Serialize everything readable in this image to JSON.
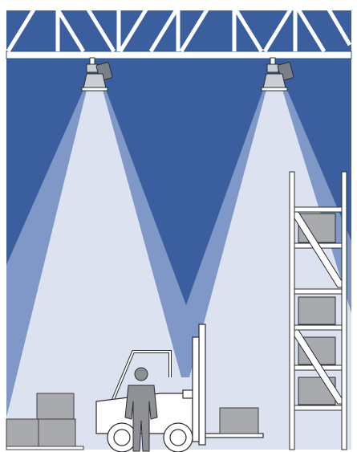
{
  "scene": {
    "description_label": "",
    "colors": {
      "background": "#ffffff",
      "ceiling": "#3a5e9e",
      "beam_outer": "#7f98c8",
      "beam_inner": "#dde2f1",
      "truss": "#ffffff",
      "truss_outline": "#2d4f8d",
      "fixture": "#c9cdd6",
      "fixture_shadow": "#7b7f8a",
      "box": "#a9aaad",
      "box_outline": "#3e3f44",
      "person": "#8e9095",
      "forklift": "#ffffff",
      "outline": "#2b2c30"
    },
    "icons": [
      "ceiling-truss",
      "high-bay-light",
      "high-bay-light",
      "pallet-rack",
      "forklift",
      "worker",
      "stacked-boxes"
    ]
  }
}
